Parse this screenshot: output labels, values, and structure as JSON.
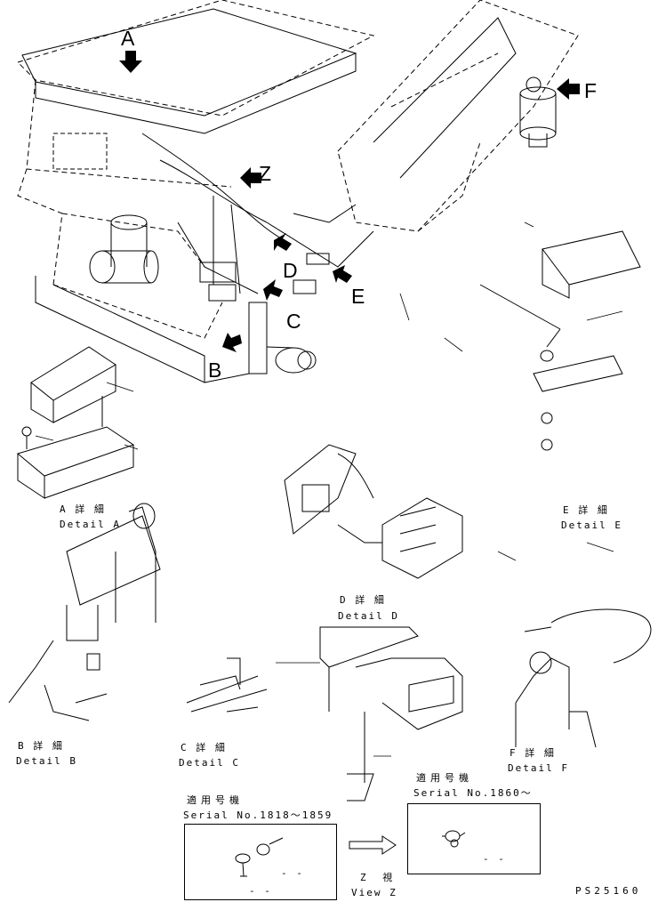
{
  "callouts": {
    "a": "A",
    "b": "B",
    "c": "C",
    "d": "D",
    "e": "E",
    "f": "F",
    "z": "Z"
  },
  "details": {
    "a": {
      "jp": "A 詳 細",
      "en": "Detail A"
    },
    "b": {
      "jp": "B 詳 細",
      "en": "Detail B"
    },
    "c": {
      "jp": "C 詳 細",
      "en": "Detail C"
    },
    "d": {
      "jp": "D 詳 細",
      "en": "Detail D"
    },
    "e": {
      "jp": "E 詳 細",
      "en": "Detail E"
    },
    "f": {
      "jp": "F 詳 細",
      "en": "Detail F"
    }
  },
  "serial_boxes": {
    "left": {
      "jp": "適用号機",
      "serial": "Serial No.1818～1859",
      "marks": [
        "- -",
        "- -"
      ]
    },
    "right": {
      "jp": "適用号機",
      "serial": "Serial No.1860～",
      "marks": [
        "- -"
      ]
    }
  },
  "view_z": {
    "jp": "Z 視",
    "en": "View Z"
  },
  "drawing_number": "PS25160",
  "colors": {
    "line": "#000000",
    "background": "#ffffff"
  }
}
